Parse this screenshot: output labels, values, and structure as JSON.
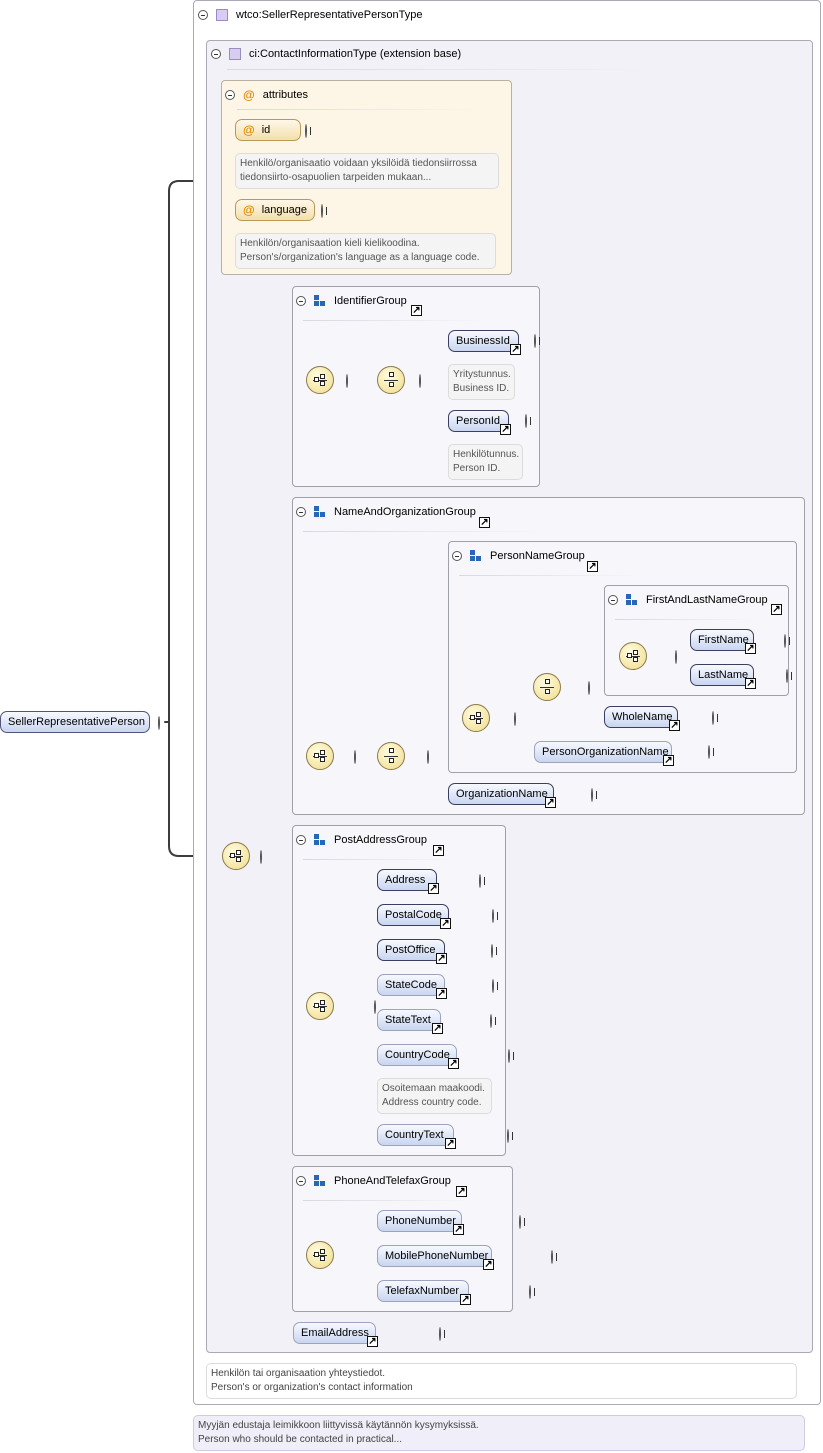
{
  "root": {
    "name": "SellerRepresentativePerson"
  },
  "type": {
    "name": "wtco:SellerRepresentativePersonType"
  },
  "base": {
    "name": "ci:ContactInformationType (extension base)"
  },
  "attributes": {
    "title": "attributes",
    "items": [
      {
        "name": "id",
        "doc": [
          "Henkilö/organisaatio voidaan yksilöidä tiedonsiirrossa",
          "tiedonsiirto-osapuolien tarpeiden mukaan..."
        ]
      },
      {
        "name": "language",
        "doc": [
          "Henkilön/organisaation kieli kielikoodina.",
          "Person's/organization's language as a language code."
        ]
      }
    ]
  },
  "identifier_group": {
    "name": "IdentifierGroup",
    "business_id": {
      "name": "BusinessId",
      "doc": [
        "Yritystunnus.",
        "Business ID."
      ]
    },
    "person_id": {
      "name": "PersonId",
      "doc": [
        "Henkilötunnus.",
        "Person ID."
      ]
    }
  },
  "name_org_group": {
    "name": "NameAndOrganizationGroup",
    "person_name_group": {
      "name": "PersonNameGroup",
      "first_last_group": {
        "name": "FirstAndLastNameGroup",
        "first": "FirstName",
        "last": "LastName"
      },
      "whole_name": "WholeName",
      "person_org_name": "PersonOrganizationName"
    },
    "organization_name": "OrganizationName"
  },
  "post_address_group": {
    "name": "PostAddressGroup",
    "items": [
      "Address",
      "PostalCode",
      "PostOffice",
      "StateCode",
      "StateText",
      "CountryCode",
      "CountryText"
    ],
    "country_code_doc": [
      "Osoitemaan maakoodi.",
      "Address country code."
    ]
  },
  "phone_group": {
    "name": "PhoneAndTelefaxGroup",
    "items": [
      "PhoneNumber",
      "MobilePhoneNumber",
      "TelefaxNumber"
    ]
  },
  "email": "EmailAddress",
  "contact_doc": [
    "Henkilön tai organisaation yhteystiedot.",
    "Person's or organization's contact information"
  ],
  "root_doc": [
    "Myyjän edustaja leimikkoon liittyvissä käytännön kysymyksissä.",
    "Person who should be contacted in practical..."
  ]
}
